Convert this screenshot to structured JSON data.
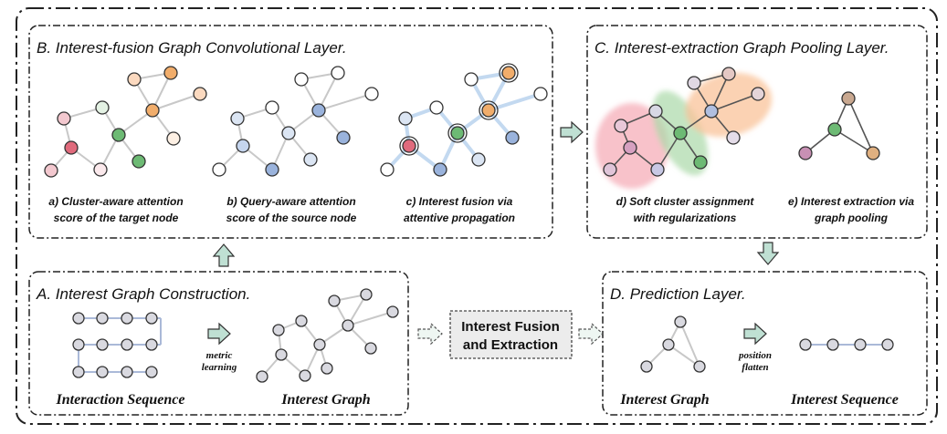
{
  "panels": {
    "B": {
      "title": "B. Interest-fusion Graph Convolutional Layer.",
      "caption_a": [
        "a) Cluster-aware attention",
        "score of the target node"
      ],
      "caption_b": [
        "b) Query-aware attention",
        "score of the source node"
      ],
      "caption_c": [
        "c) Interest fusion via",
        "attentive propagation"
      ]
    },
    "C": {
      "title": "C. Interest-extraction Graph Pooling Layer.",
      "caption_d": [
        "d) Soft cluster assignment",
        "with regularizations"
      ],
      "caption_e": [
        "e) Interest extraction via",
        "graph pooling"
      ]
    },
    "A": {
      "title": "A. Interest Graph Construction.",
      "arrow_label": [
        "metric",
        "learning"
      ],
      "label_left": "Interaction Sequence",
      "label_right": "Interest Graph"
    },
    "D": {
      "title": "D. Prediction Layer.",
      "arrow_label": [
        "position",
        "flatten"
      ],
      "label_left": "Interest Graph",
      "label_right": "Interest Sequence"
    },
    "center": {
      "label": [
        "Interest Fusion",
        "and Extraction"
      ]
    }
  },
  "colors": {
    "node_gray": "#d9d9e0",
    "node_light_blue": "#dbe5f3",
    "node_blue": "#9ab3dc",
    "node_pink": "#f3c8cf",
    "node_red": "#e06a7c",
    "node_green": "#6dba74",
    "node_orange": "#f1ad6b",
    "node_peach": "#fbd9bf",
    "arrow_fill": "#bfe0d3",
    "center_box_fill": "#ececec"
  }
}
